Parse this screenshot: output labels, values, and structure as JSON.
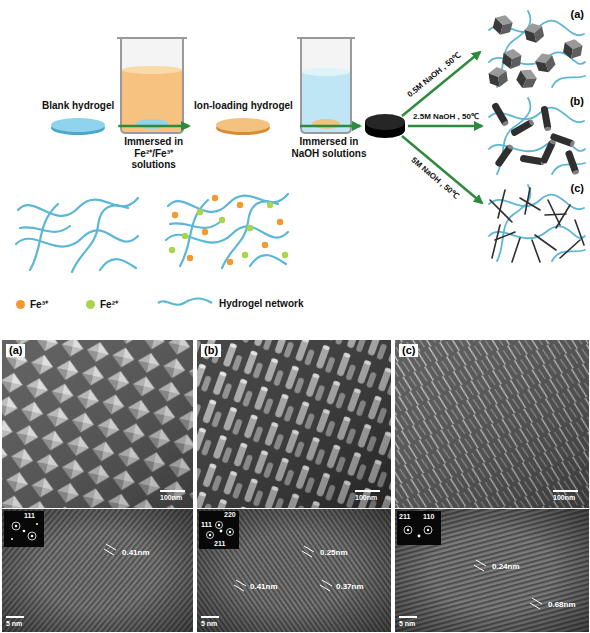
{
  "diagram": {
    "nodes": [
      {
        "text": [
          "Blank hydrogel"
        ]
      },
      {
        "text": [
          "Ion-loading hydrogel"
        ]
      },
      {
        "text": [
          "(a)"
        ]
      },
      {
        "text": [
          "(b)"
        ]
      },
      {
        "text": [
          "(c)"
        ]
      }
    ],
    "edges": [
      {
        "from": 0,
        "to": 1,
        "arrow": "to",
        "label": "Immersed in Fe²⁺/Fe³⁺ solutions"
      }
    ],
    "labels": [
      "Immersed in NaOH solutions",
      "0.5M NaOH , 50℃",
      "2.5M NaOH , 50℃",
      "5M NaOH , 50℃",
      "(a)",
      "100nm",
      "111",
      "0.41nm",
      "5 nm",
      "(b)",
      "100nm",
      "111",
      "220",
      "211",
      "0.25nm",
      "0.41nm",
      "0.37nm",
      "5 nm",
      "(c)",
      "100nm",
      "211",
      "110",
      "0.24nm",
      "0.68nm",
      "5 nm"
    ],
    "legend": [
      {
        "text": "Fe³⁺",
        "color": "#f39a2e"
      },
      {
        "text": "Fe²⁺",
        "color": "#a9d44b"
      },
      {
        "text": "Hydrogel network"
      }
    ]
  }
}
